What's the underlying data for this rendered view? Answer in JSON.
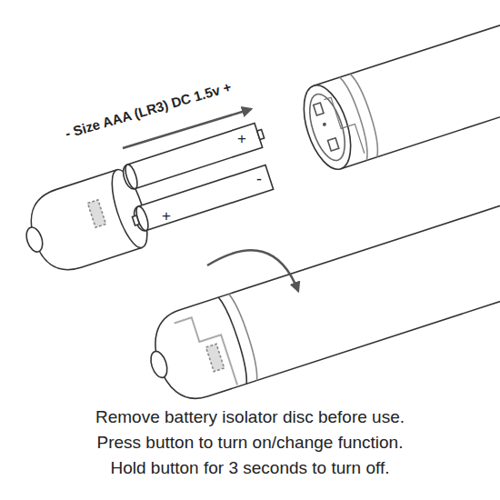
{
  "diagram": {
    "labels": [
      "- Size AAA (LR3) DC 1.5v +",
      "+",
      "+",
      "-",
      "Remove battery isolator disc before use.",
      "Press button to turn on/change function.",
      "Hold button for 3 seconds to turn off."
    ]
  }
}
